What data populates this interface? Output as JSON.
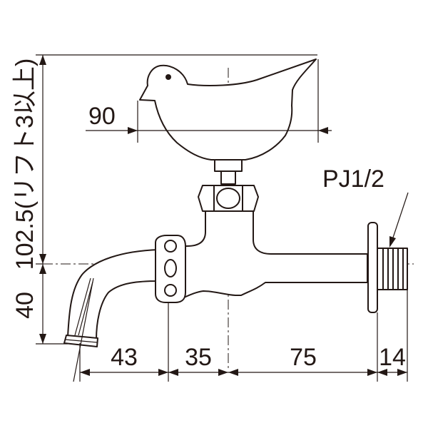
{
  "dimensions": {
    "bird_width": "90",
    "overall_height": "102.5(リフト3以上)",
    "spout_height": "40",
    "spout_reach": "43",
    "handle_offset": "35",
    "body_length": "75",
    "thread_length": "14"
  },
  "connection": {
    "thread_label": "PJ1/2"
  }
}
